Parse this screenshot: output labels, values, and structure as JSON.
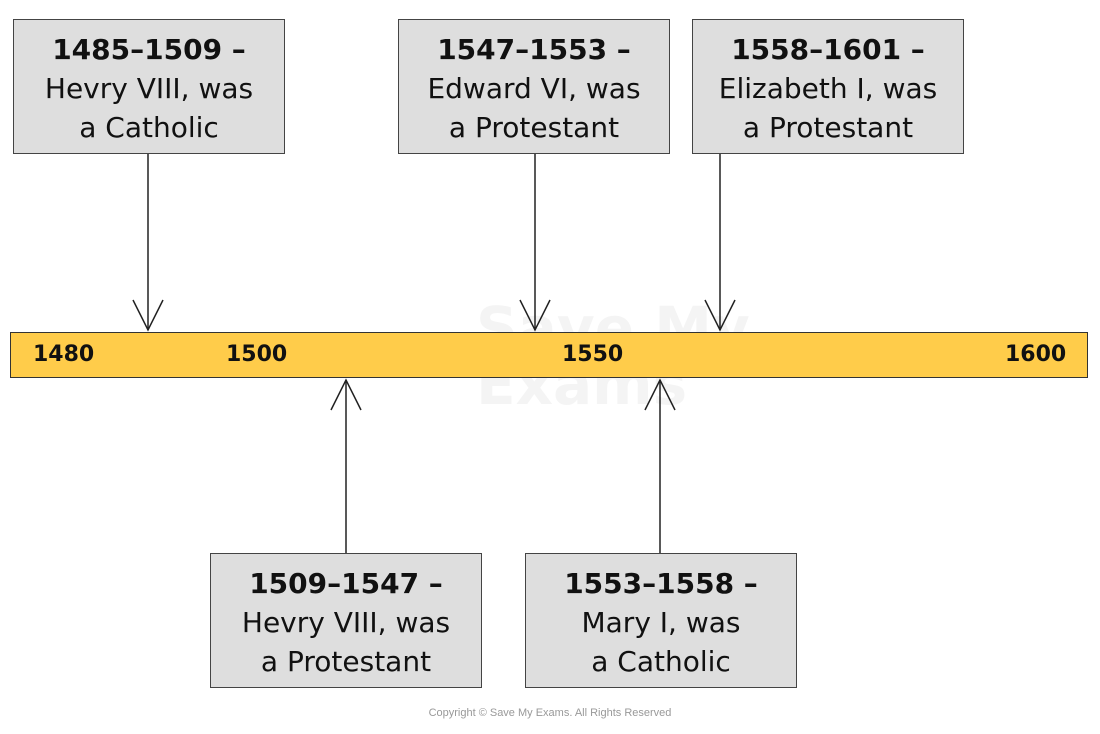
{
  "timeline": {
    "ticks": [
      "1480",
      "1500",
      "1550",
      "1600"
    ],
    "bar_color": "#ffcc4a"
  },
  "events": [
    {
      "years": "1485–1509 –",
      "line1": "Hevry VIII, was",
      "line2": "a Catholic"
    },
    {
      "years": "1547–1553 –",
      "line1": "Edward VI, was",
      "line2": "a Protestant"
    },
    {
      "years": "1558–1601 –",
      "line1": "Elizabeth I, was",
      "line2": "a Protestant"
    },
    {
      "years": "1509–1547 –",
      "line1": "Hevry VIII, was",
      "line2": "a Protestant"
    },
    {
      "years": "1553–1558 –",
      "line1": "Mary I, was",
      "line2": "a Catholic"
    }
  ],
  "watermark": {
    "line1": "Save My",
    "line2": "Exams"
  },
  "copyright": "Copyright © Save My Exams. All Rights Reserved"
}
